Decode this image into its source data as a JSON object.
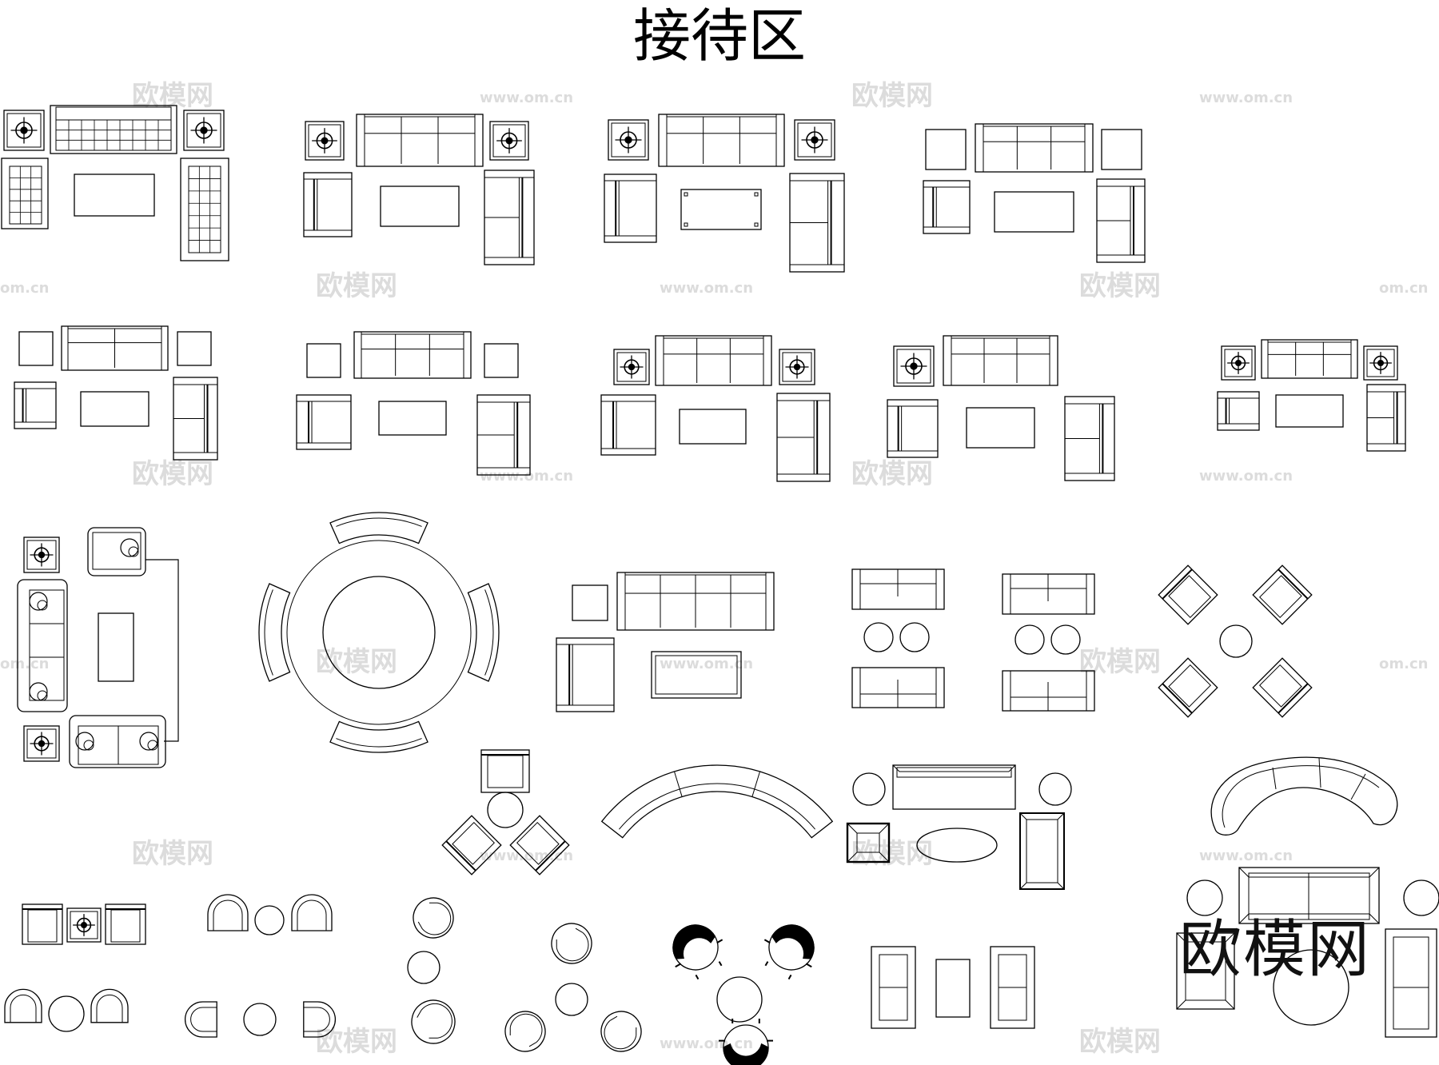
{
  "title": "接待区",
  "watermark": {
    "brand": "欧模网",
    "url": "www.om.cn",
    "url_short": "om.cn"
  },
  "stroke_color": "#000000",
  "watermark_color": "#dcdcdc",
  "furniture_groups": [
    {
      "id": "sofa-set-1",
      "kind": "sofa-set"
    },
    {
      "id": "sofa-set-2",
      "kind": "sofa-set"
    },
    {
      "id": "sofa-set-3",
      "kind": "sofa-set"
    },
    {
      "id": "sofa-set-4",
      "kind": "sofa-set"
    },
    {
      "id": "sofa-set-5",
      "kind": "sofa-set"
    },
    {
      "id": "sofa-set-6",
      "kind": "sofa-set"
    },
    {
      "id": "sofa-set-7",
      "kind": "sofa-set"
    },
    {
      "id": "sofa-set-8",
      "kind": "sofa-set"
    },
    {
      "id": "sofa-set-9",
      "kind": "sofa-set"
    },
    {
      "id": "l-shaped-sofa-set",
      "kind": "l-shaped"
    },
    {
      "id": "round-sectional",
      "kind": "round"
    },
    {
      "id": "sofa-coffee-table",
      "kind": "sofa-set"
    },
    {
      "id": "loveseat-pair-1",
      "kind": "loveseats"
    },
    {
      "id": "loveseat-pair-2",
      "kind": "loveseats"
    },
    {
      "id": "diamond-armchairs",
      "kind": "armchairs"
    },
    {
      "id": "three-chair-round-table",
      "kind": "armchairs"
    },
    {
      "id": "curved-sofa",
      "kind": "curved"
    },
    {
      "id": "sofa-oval-table",
      "kind": "sofa-set"
    },
    {
      "id": "crescent-sofa",
      "kind": "curved"
    },
    {
      "id": "corner-sofa-set",
      "kind": "sofa-set"
    },
    {
      "id": "armchair-side-table-row",
      "kind": "armchairs"
    },
    {
      "id": "tub-chairs-round-table",
      "kind": "armchairs"
    },
    {
      "id": "round-stools",
      "kind": "stools"
    },
    {
      "id": "egg-chairs",
      "kind": "chairs"
    },
    {
      "id": "two-sofas-table",
      "kind": "sofa-set"
    }
  ]
}
